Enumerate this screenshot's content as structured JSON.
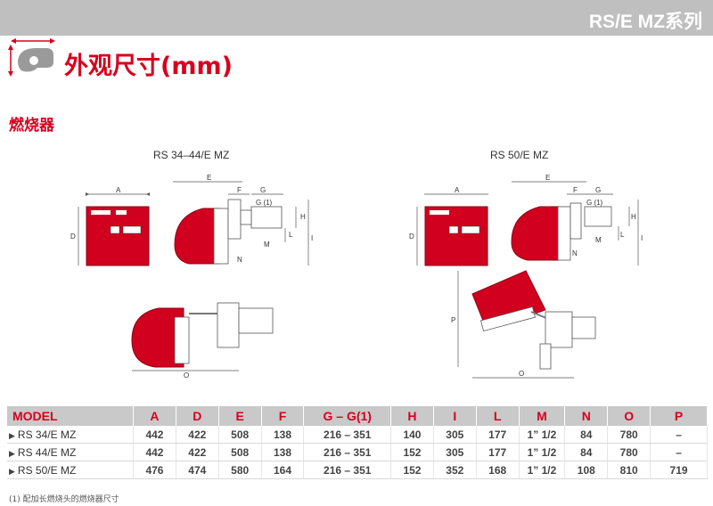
{
  "header": {
    "series": "RS/E MZ系列"
  },
  "title": "外观尺寸(mm)",
  "section": "燃烧器",
  "captions": {
    "left": "RS 34–44/E MZ",
    "right": "RS 50/E MZ"
  },
  "dims": {
    "A": "A",
    "D": "D",
    "E": "E",
    "F": "F",
    "G": "G",
    "G1": "G (1)",
    "H": "H",
    "I": "I",
    "L": "L",
    "M": "M",
    "N": "N",
    "O": "O",
    "P": "P"
  },
  "table": {
    "headers": [
      "MODEL",
      "A",
      "D",
      "E",
      "F",
      "G – G(1)",
      "H",
      "I",
      "L",
      "M",
      "N",
      "O",
      "P"
    ],
    "rows": [
      {
        "model": "RS 34/E MZ",
        "values": [
          "442",
          "422",
          "508",
          "138",
          "216 – 351",
          "140",
          "305",
          "177",
          "1” 1/2",
          "84",
          "780",
          "–"
        ]
      },
      {
        "model": "RS 44/E MZ",
        "values": [
          "442",
          "422",
          "508",
          "138",
          "216 – 351",
          "152",
          "305",
          "177",
          "1” 1/2",
          "84",
          "780",
          "–"
        ]
      },
      {
        "model": "RS 50/E MZ",
        "values": [
          "476",
          "474",
          "580",
          "164",
          "216 – 351",
          "152",
          "352",
          "168",
          "1” 1/2",
          "108",
          "810",
          "719"
        ]
      }
    ]
  },
  "footnote": "(1) 配加长燃烧头的燃烧器尺寸",
  "colors": {
    "accent": "#d7001e",
    "bar": "#bfbfbf",
    "header": "#c9c9c9"
  }
}
